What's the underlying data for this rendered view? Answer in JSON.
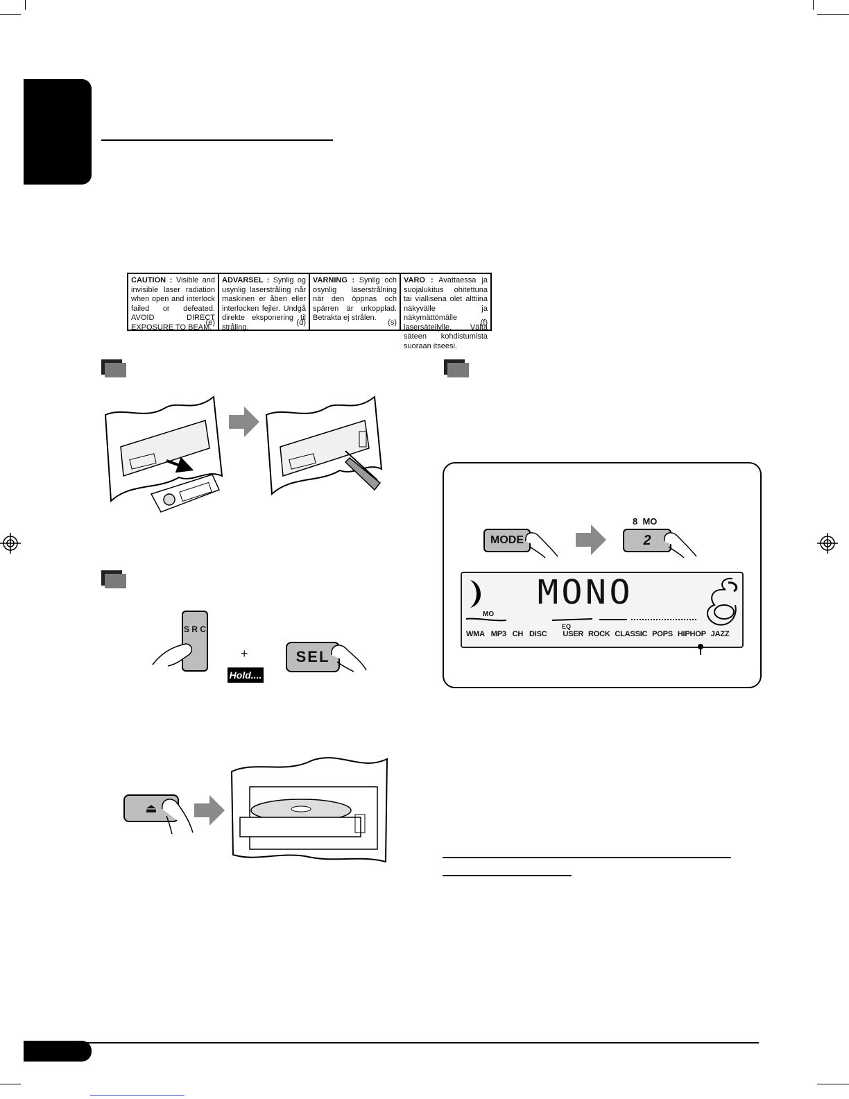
{
  "caution": {
    "cells": [
      {
        "title": "CAUTION :",
        "text": "Visible and invisible laser radiation when open and interlock failed or defeated. AVOID DIRECT EXPOSURE TO BEAM.",
        "suffix": "(e)"
      },
      {
        "title": "ADVARSEL :",
        "text": "Synlig og usynlig laserstråling når maskinen er åben eller interlocken fejler. Undgå direkte eksponering til stråling.",
        "suffix": "(d)"
      },
      {
        "title": "VARNING :",
        "text": "Synlig och osynlig laserstrålning när den öppnas och spärren är urkopplad. Betrakta ej strålen.",
        "suffix": "(s)"
      },
      {
        "title": "VARO :",
        "text": "Avattaessa ja suojalukitus ohitettuna tai viallisena olet alttiina näkyvälle ja näkymättömälle lasersäteilylle. Vältä säteen kohdistumista suoraan itseesi.",
        "suffix": "(f)"
      }
    ]
  },
  "buttons": {
    "src_label": "S R C",
    "plus": "+",
    "hold": "Hold....",
    "sel": "SEL",
    "mode": "MODE",
    "preset_2": "2",
    "preset_caption": "8  MO",
    "eject": "⏏"
  },
  "lcd": {
    "main_text": "MONO",
    "mo_indicator": "MO",
    "eq_indicator": "EQ",
    "labels": [
      "WMA",
      "MP3",
      "CH",
      "DISC",
      "USER",
      "ROCK",
      "CLASSIC",
      "POPS",
      "HIPHOP",
      "JAZZ"
    ]
  },
  "colors": {
    "button_gray": "#bdbdbd",
    "marker_gray": "#7a7a7a",
    "ink": "#000000"
  }
}
